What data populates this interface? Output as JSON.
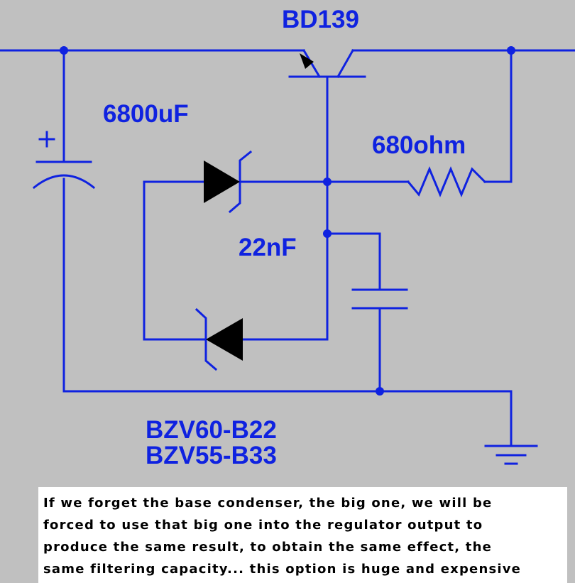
{
  "labels": {
    "transistor": "BD139",
    "capacitor_big": "6800uF",
    "resistor": "680ohm",
    "capacitor_small": "22nF",
    "zener_1": "BZV60-B22",
    "zener_2": "BZV55-B33",
    "polarity": "+"
  },
  "note": {
    "lines": [
      "If we forget the base condenser, the big one, we will be",
      "forced to use that big one into the regulator output to",
      "produce the same result, to obtain the same effect, the",
      "same filtering capacity... this option is huge and expensive"
    ]
  },
  "colors": {
    "background": "#c0c0c0",
    "wire": "#0f22e0",
    "component": "#000000",
    "note_background": "#ffffff",
    "note_text": "#000000"
  }
}
